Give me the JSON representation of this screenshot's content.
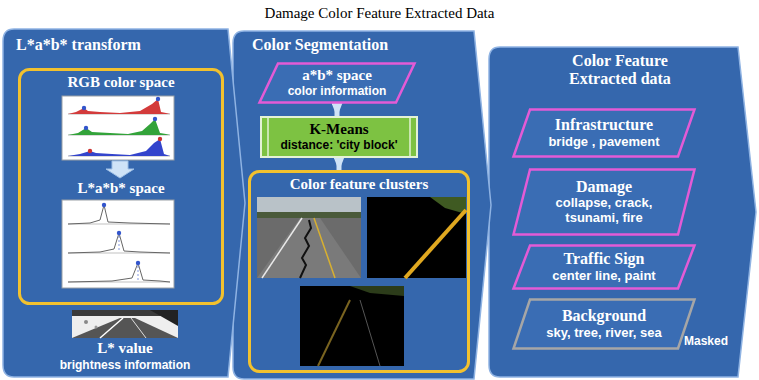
{
  "diagram": {
    "title": "Damage Color Feature Extracted Data",
    "nodes": [
      {
        "text": [
          "L*a*b* transform",
          "L* value",
          "brightness information"
        ]
      },
      {
        "text": [
          "RGB color space",
          "L*a*b* space"
        ],
        "in": 0
      },
      {
        "text": [
          "Color Segmentation"
        ]
      },
      {
        "text": [
          "a*b* space",
          "color information"
        ],
        "in": 2
      },
      {
        "text": [
          "K-Means",
          "distance: 'city block'"
        ],
        "in": 2
      },
      {
        "text": [
          "Color feature clusters"
        ],
        "in": 2
      },
      {
        "text": [
          "Color Feature Extracted data"
        ]
      },
      {
        "text": [
          "Infrastructure",
          "bridge , pavement"
        ],
        "in": 6
      },
      {
        "text": [
          "Damage",
          "collapse, crack, tsunami, fire"
        ],
        "in": 6
      },
      {
        "text": [
          "Traffic Sign",
          "center line, paint"
        ],
        "in": 6
      },
      {
        "text": [
          "Background",
          "sky, tree, river, sea",
          "Masked"
        ],
        "in": 6
      }
    ],
    "edges": [
      {
        "from": 3,
        "to": 4,
        "arrow": "to"
      },
      {
        "from": 4,
        "to": 5,
        "arrow": "to"
      }
    ]
  }
}
